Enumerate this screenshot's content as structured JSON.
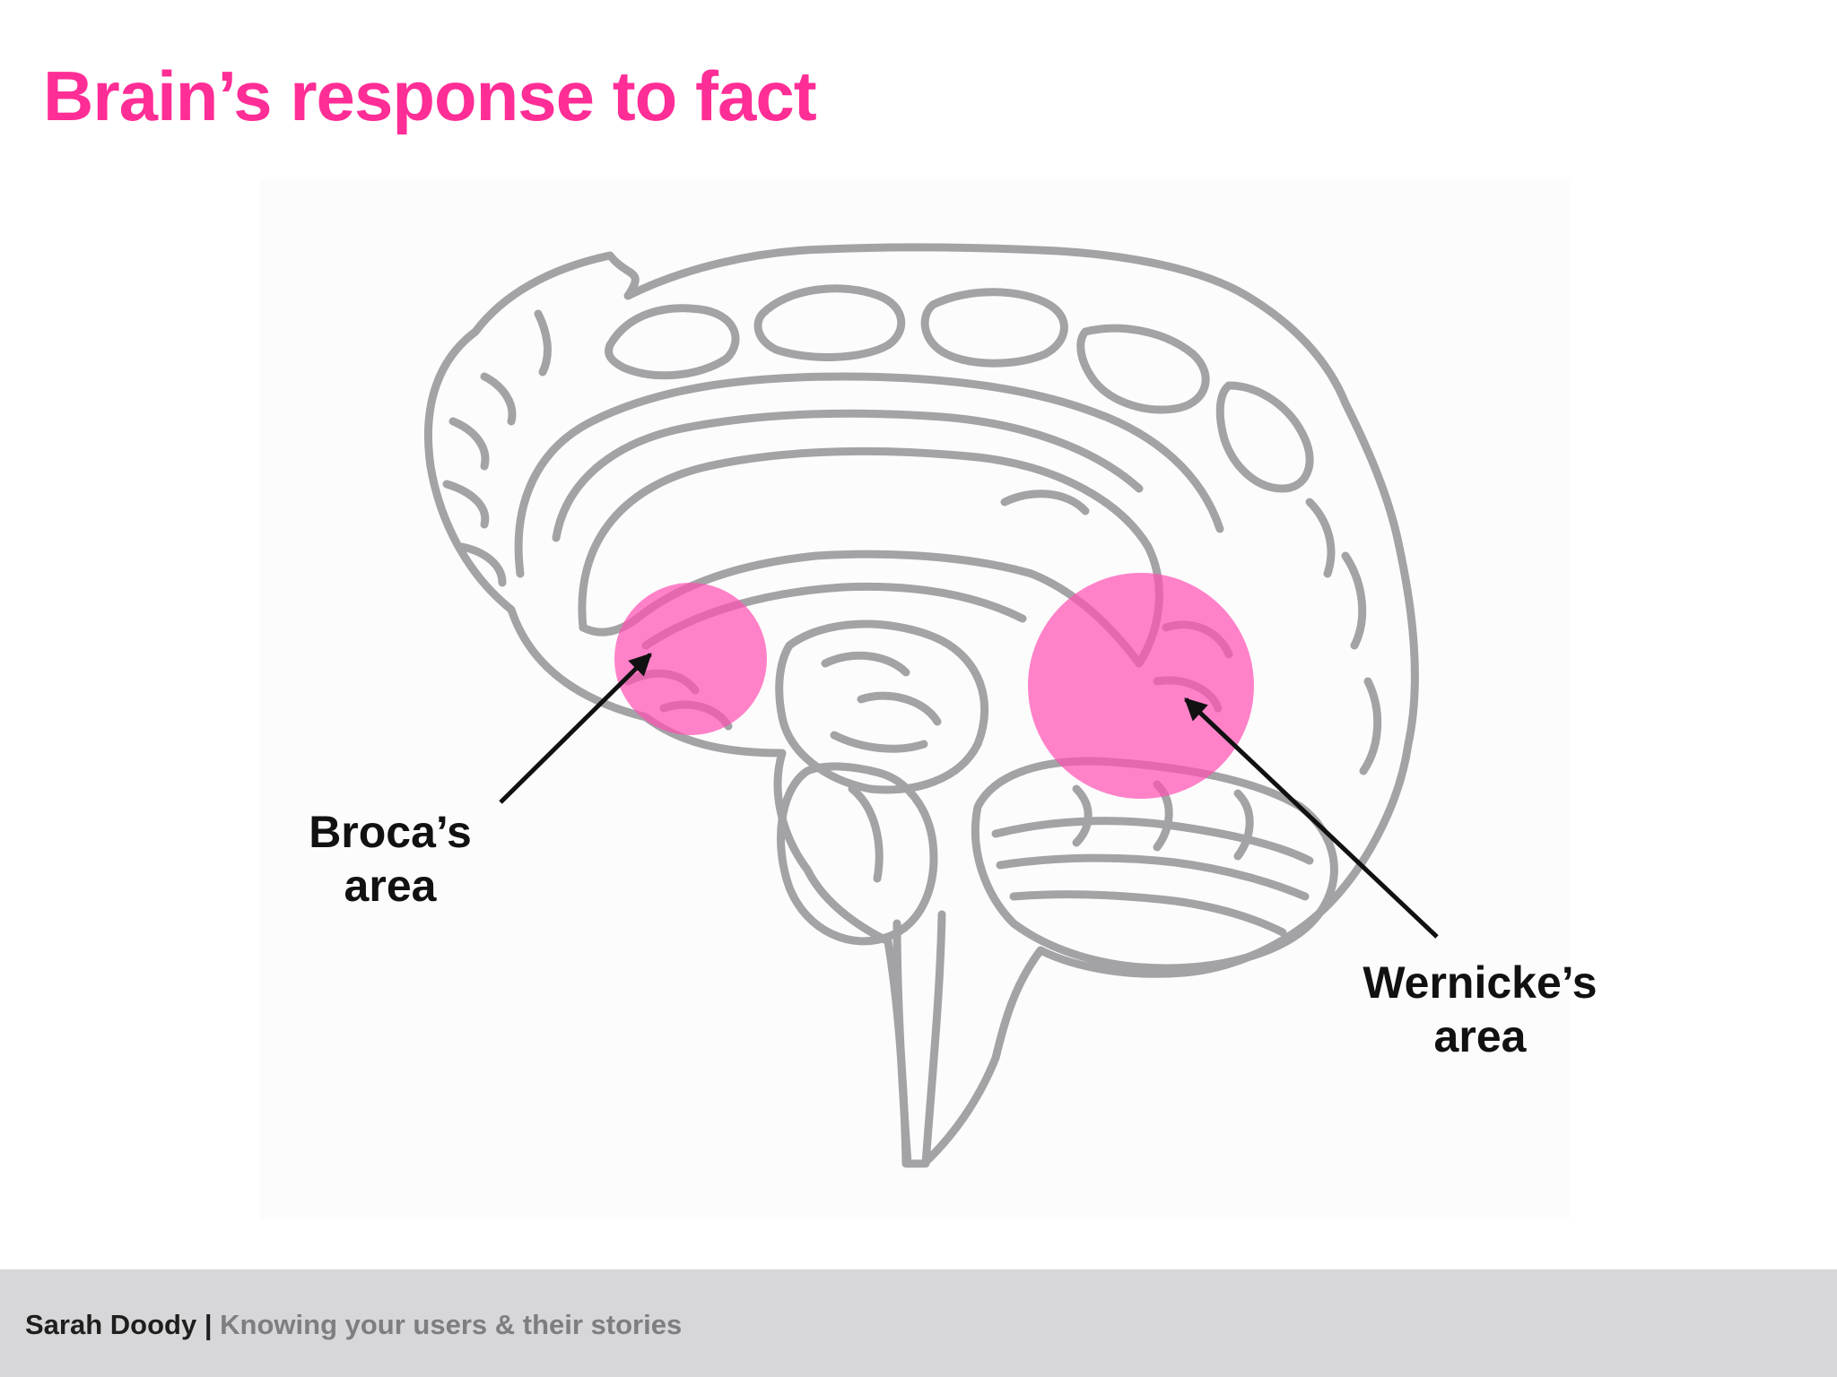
{
  "slide": {
    "title": "Brain’s response to fact"
  },
  "diagram": {
    "outline_color": "#a3a3a6",
    "highlight_color": "#ff4fb2",
    "labels": [
      {
        "line1": "Broca’s",
        "line2": "area"
      },
      {
        "line1": "Wernicke’s",
        "line2": "area"
      }
    ]
  },
  "footer": {
    "author": "Sarah Doody",
    "separator": "|",
    "subtitle": "Knowing your users & their stories"
  }
}
